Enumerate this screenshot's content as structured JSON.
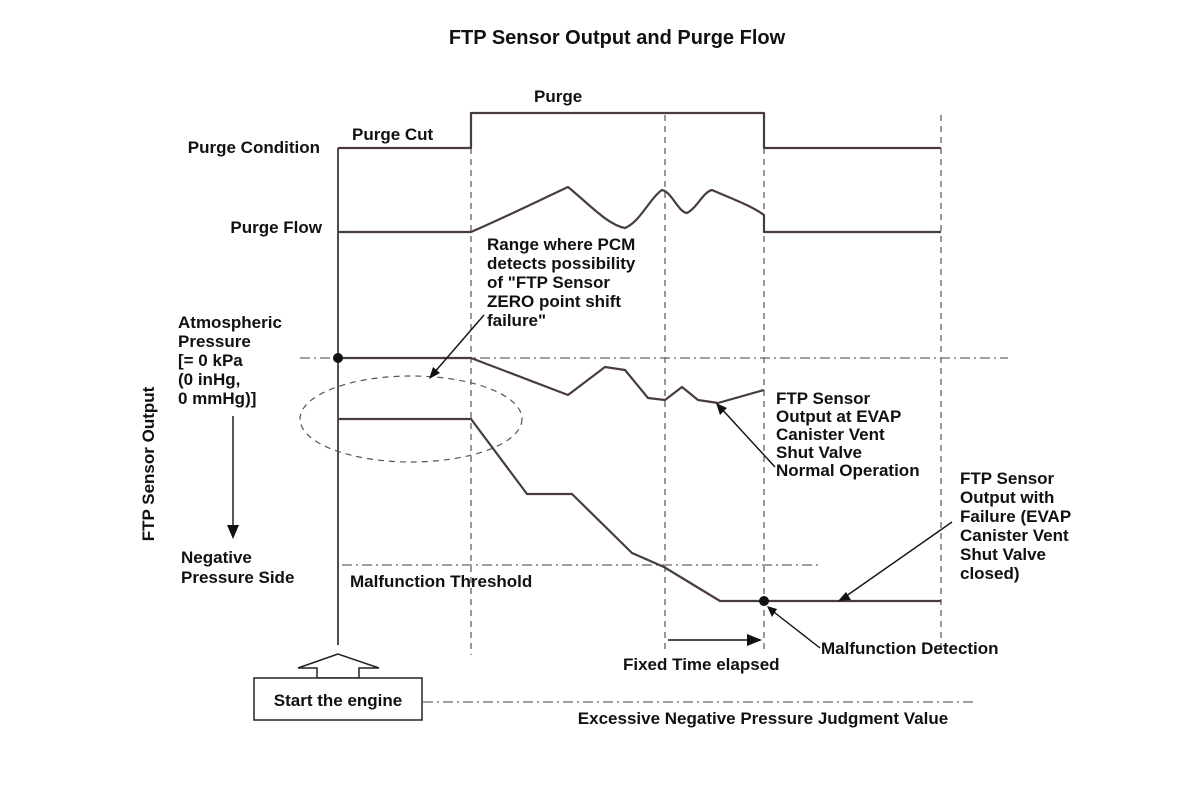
{
  "title": "FTP Sensor Output and Purge Flow",
  "labels": {
    "purge": "Purge",
    "purge_cut": "Purge Cut",
    "purge_condition": "Purge Condition",
    "purge_flow": "Purge Flow",
    "range_note": [
      "Range where PCM",
      "detects possibility",
      "of \"FTP Sensor",
      "ZERO point shift",
      "failure\""
    ],
    "atmospheric": [
      "Atmospheric",
      "Pressure",
      "[= 0 kPa",
      "(0 inHg,",
      "0 mmHg)]"
    ],
    "y_axis": "FTP Sensor Output",
    "negative_side": [
      "Negative",
      "Pressure Side"
    ],
    "malfunction_threshold": "Malfunction Threshold",
    "normal_output": [
      "FTP Sensor",
      "Output at EVAP",
      "Canister Vent",
      "Shut Valve",
      "Normal Operation"
    ],
    "failure_output": [
      "FTP Sensor",
      "Output with",
      "Failure (EVAP",
      "Canister Vent",
      "Shut Valve",
      "closed)"
    ],
    "malfunction_detection": "Malfunction Detection",
    "fixed_time": "Fixed Time elapsed",
    "start_engine": "Start the engine",
    "excessive": "Excessive Negative Pressure Judgment Value"
  },
  "colors": {
    "signal": "#4a3c3c",
    "text": "#111111",
    "background": "#ffffff"
  }
}
